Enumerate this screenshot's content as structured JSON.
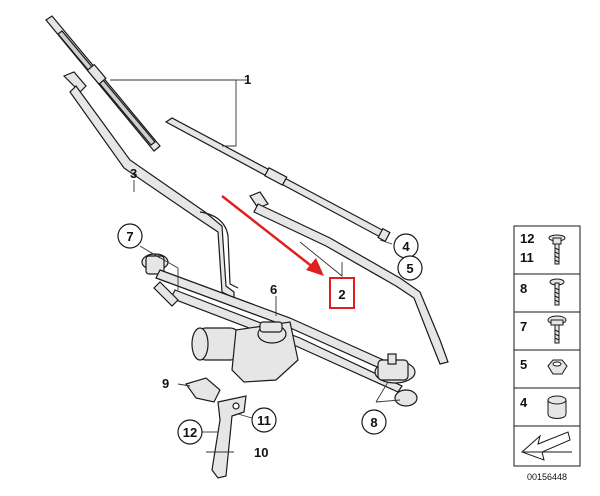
{
  "callouts": {
    "c1": "1",
    "c2": "2",
    "c3": "3",
    "c4": "4",
    "c5": "5",
    "c6": "6",
    "c7": "7",
    "c8": "8",
    "c9": "9",
    "c10": "10",
    "c11": "11",
    "c12": "12"
  },
  "legend": {
    "row1a": "12",
    "row1b": "11",
    "row2": "8",
    "row3": "7",
    "row4": "5",
    "row5": "4"
  },
  "doc_number": "00156448",
  "colors": {
    "line": "#1a1a1a",
    "part_fill": "#e6e6e6",
    "highlight": "#e02020"
  }
}
